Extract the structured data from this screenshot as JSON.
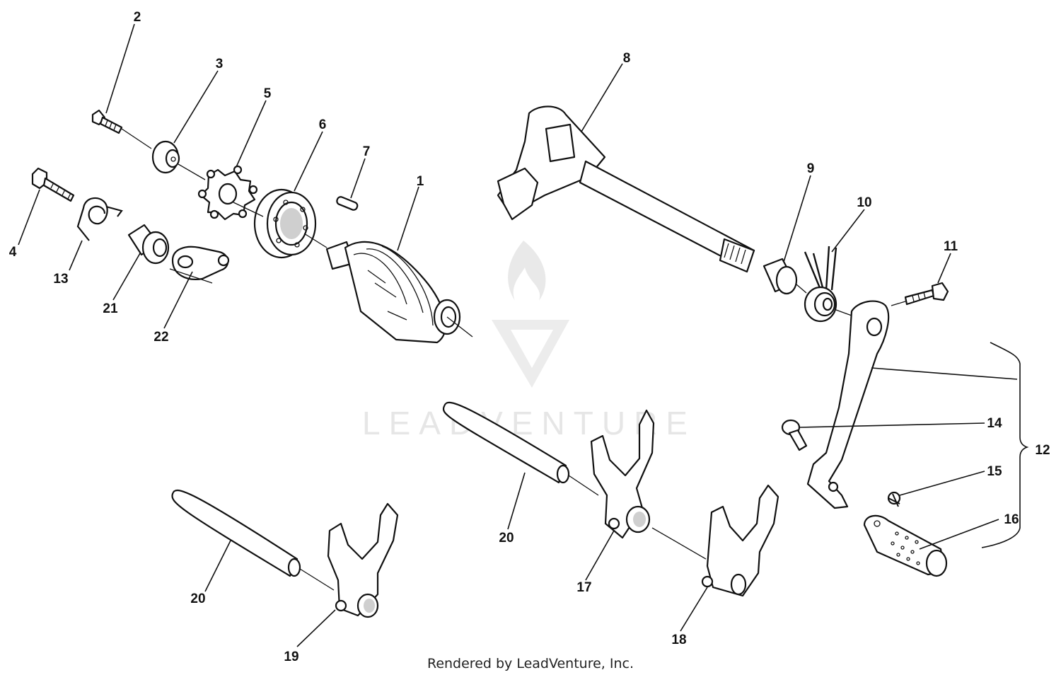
{
  "diagram": {
    "callouts": [
      "1",
      "2",
      "3",
      "4",
      "5",
      "6",
      "7",
      "8",
      "9",
      "10",
      "11",
      "12",
      "13",
      "14",
      "15",
      "16",
      "17",
      "18",
      "19",
      "20",
      "20",
      "21",
      "22"
    ],
    "watermark": "LEADVENTURE",
    "credit": "Rendered by LeadVenture, Inc."
  }
}
